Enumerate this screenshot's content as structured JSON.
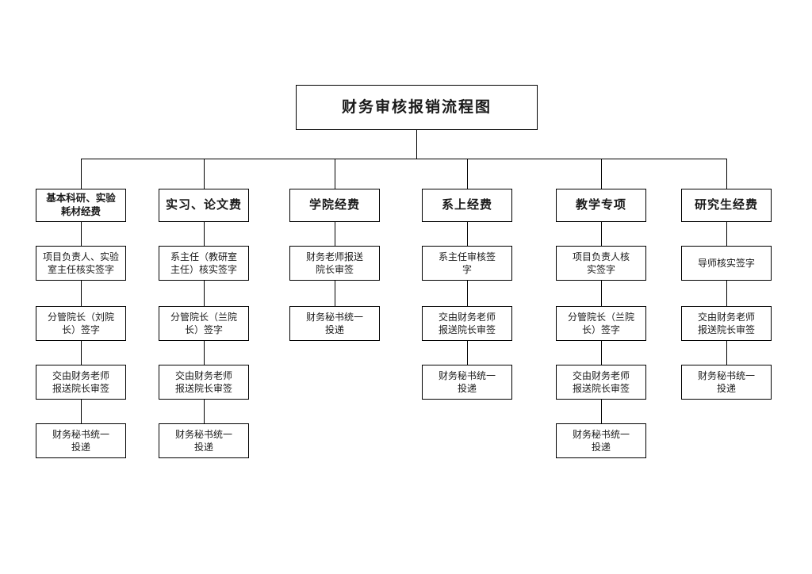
{
  "title": "财务审核报销流程图",
  "columns": [
    {
      "header": "基本科研、实验\n耗材经费",
      "steps": [
        "项目负责人、实验\n室主任核实签字",
        "分管院长（刘院\n长）签字",
        "交由财务老师\n报送院长审签",
        "财务秘书统一\n投递"
      ]
    },
    {
      "header": "实习、论文费",
      "steps": [
        "系主任（教研室\n主任）核实签字",
        "分管院长（兰院\n长）签字",
        "交由财务老师\n报送院长审签",
        "财务秘书统一\n投递"
      ]
    },
    {
      "header": "学院经费",
      "steps": [
        "财务老师报送\n院长审签",
        "财务秘书统一\n投递"
      ]
    },
    {
      "header": "系上经费",
      "steps": [
        "系主任审核签\n字",
        "交由财务老师\n报送院长审签",
        "财务秘书统一\n投递"
      ]
    },
    {
      "header": "教学专项",
      "steps": [
        "项目负责人核\n实签字",
        "分管院长（兰院\n长）签字",
        "交由财务老师\n报送院长审签",
        "财务秘书统一\n投递"
      ]
    },
    {
      "header": "研究生经费",
      "steps": [
        "导师核实签字",
        "交由财务老师\n报送院长审签",
        "财务秘书统一\n投递"
      ]
    }
  ]
}
